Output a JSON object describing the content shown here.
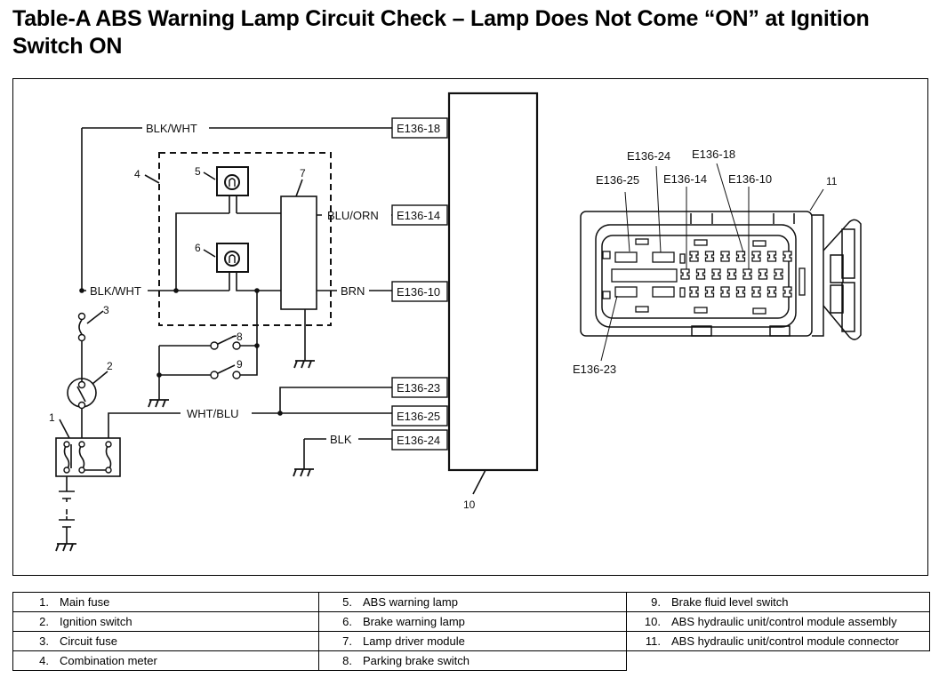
{
  "title": "Table-A ABS Warning Lamp Circuit Check – Lamp Does Not Come “ON” at Ignition Switch ON",
  "diagram": {
    "wire_labels": {
      "blk_wht_top": "BLK/WHT",
      "blk_wht_mid": "BLK/WHT",
      "blu_orn": "BLU/ORN",
      "brn": "BRN",
      "wht_blu": "WHT/BLU",
      "blk": "BLK"
    },
    "terminals": {
      "e18": "E136-18",
      "e14": "E136-14",
      "e10": "E136-10",
      "e23": "E136-23",
      "e25": "E136-25",
      "e24": "E136-24"
    },
    "callouts": {
      "n1": "1",
      "n2": "2",
      "n3": "3",
      "n4": "4",
      "n5": "5",
      "n6": "6",
      "n7": "7",
      "n8": "8",
      "n9": "9",
      "n10": "10",
      "n11": "11"
    },
    "connector_pins": {
      "p24": "E136-24",
      "p18": "E136-18",
      "p25": "E136-25",
      "p14": "E136-14",
      "p10": "E136-10",
      "p23": "E136-23"
    }
  },
  "legend": {
    "col1": [
      {
        "num": "1.",
        "label": "Main fuse"
      },
      {
        "num": "2.",
        "label": "Ignition switch"
      },
      {
        "num": "3.",
        "label": "Circuit fuse"
      },
      {
        "num": "4.",
        "label": "Combination meter"
      }
    ],
    "col2": [
      {
        "num": "5.",
        "label": "ABS warning lamp"
      },
      {
        "num": "6.",
        "label": "Brake warning lamp"
      },
      {
        "num": "7.",
        "label": "Lamp driver module"
      },
      {
        "num": "8.",
        "label": "Parking brake switch"
      }
    ],
    "col3": [
      {
        "num": "9.",
        "label": "Brake fluid level switch"
      },
      {
        "num": "10.",
        "label": "ABS hydraulic unit/control module assembly"
      },
      {
        "num": "11.",
        "label": "ABS hydraulic unit/control module connector"
      }
    ]
  }
}
